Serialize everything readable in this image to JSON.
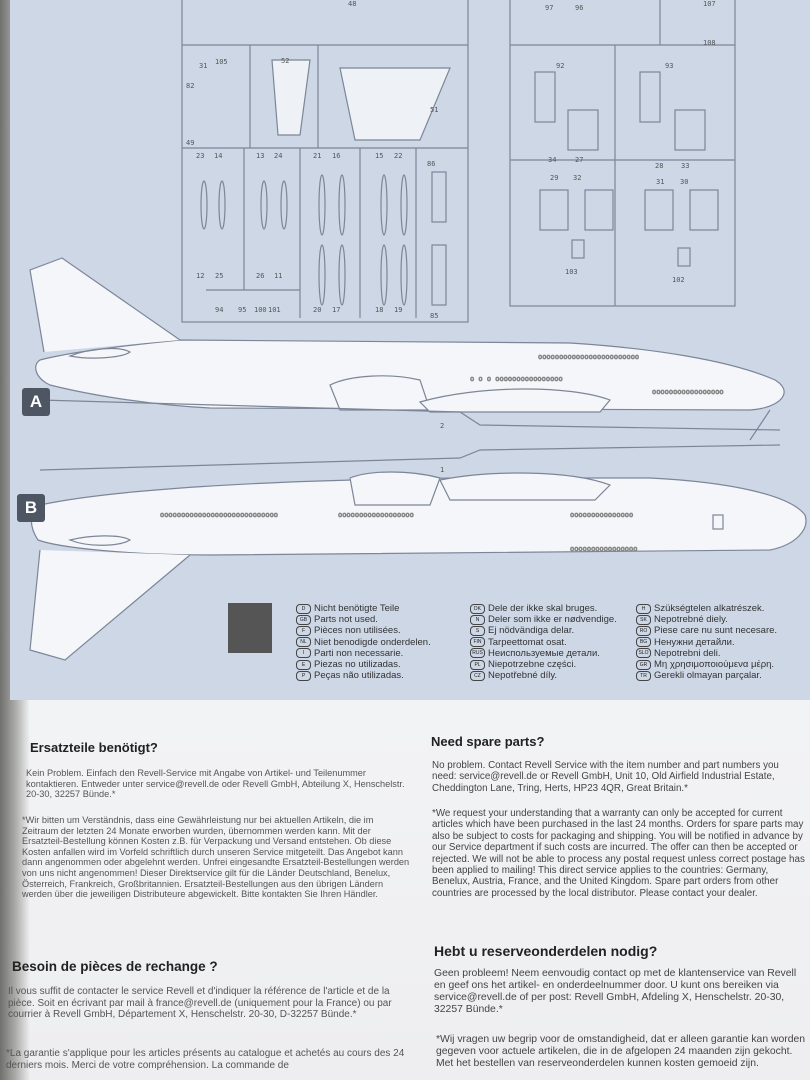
{
  "sheet": {
    "section_badges": [
      "A",
      "B"
    ],
    "part_numbers_top": [
      "48",
      "97",
      "96",
      "107",
      "108",
      "31",
      "105",
      "82",
      "52",
      "51",
      "49",
      "92",
      "93",
      "34",
      "27",
      "28",
      "33"
    ],
    "part_numbers_mid": [
      "23",
      "14",
      "13",
      "24",
      "21",
      "16",
      "15",
      "22",
      "86",
      "29",
      "32",
      "31",
      "30"
    ],
    "part_numbers_bottom": [
      "12",
      "25",
      "26",
      "11",
      "20",
      "17",
      "18",
      "19",
      "103",
      "102",
      "94",
      "95",
      "100",
      "101",
      "85"
    ],
    "fuselage_labels": [
      "2",
      "1"
    ]
  },
  "not_needed_parts": {
    "col1": [
      {
        "code": "D",
        "text": "Nicht benötigte Teile"
      },
      {
        "code": "GB",
        "text": "Parts not used."
      },
      {
        "code": "F",
        "text": "Pièces non utilisées."
      },
      {
        "code": "NL",
        "text": "Niet benodigde onderdelen."
      },
      {
        "code": "I",
        "text": "Parti non necessarie."
      },
      {
        "code": "E",
        "text": "Piezas no utilizadas."
      },
      {
        "code": "P",
        "text": "Peças não utilizadas."
      }
    ],
    "col2": [
      {
        "code": "DK",
        "text": "Dele der ikke skal bruges."
      },
      {
        "code": "N",
        "text": "Deler som ikke er nødvendige."
      },
      {
        "code": "S",
        "text": "Ej nödvändiga delar."
      },
      {
        "code": "FIN",
        "text": "Tarpeettomat osat."
      },
      {
        "code": "RUS",
        "text": "Неиспользуемые детали."
      },
      {
        "code": "PL",
        "text": "Niepotrzebne części."
      },
      {
        "code": "CZ",
        "text": "Nepotřebné díly."
      }
    ],
    "col3": [
      {
        "code": "H",
        "text": "Szükségtelen alkatrészek."
      },
      {
        "code": "SK",
        "text": "Nepotrebné diely."
      },
      {
        "code": "RO",
        "text": "Piese care nu sunt necesare."
      },
      {
        "code": "BG",
        "text": "Ненужни детайли."
      },
      {
        "code": "SLO",
        "text": "Nepotrebni deli."
      },
      {
        "code": "GR",
        "text": "Μη χρησιμοποιούμενα μέρη."
      },
      {
        "code": "TR",
        "text": "Gerekli olmayan parçalar."
      }
    ]
  },
  "spare_parts": {
    "de": {
      "heading": "Ersatzteile benötigt?",
      "p1": "Kein Problem. Einfach den Revell-Service mit Angabe von Artikel- und Teilenummer kontaktieren. Entweder unter service@revell.de oder Revell GmbH, Abteilung X, Henschelstr. 20-30, 32257 Bünde.*",
      "p2": "*Wir bitten um Verständnis, dass eine Gewährleistung nur bei aktuellen Artikeln, die im Zeitraum der letzten 24 Monate erworben wurden, übernommen werden kann. Mit der Ersatzteil-Bestellung können Kosten z.B. für Verpackung und Versand entstehen. Ob diese Kosten anfallen wird im Vorfeld schriftlich durch unseren Service mitgeteilt. Das Angebot kann dann angenommen oder abgelehnt werden. Unfrei eingesandte Ersatzteil-Bestellungen werden von uns nicht angenommen! Dieser Direktservice gilt für die Länder Deutschland, Benelux, Österreich, Frankreich, Großbritannien. Ersatzteil-Bestellungen aus den übrigen Ländern werden über die jeweiligen Distributeure abgewickelt. Bitte kontakten Sie Ihren Händler."
    },
    "fr": {
      "heading": "Besoin de pièces de rechange ?",
      "p1": "Il vous suffit de contacter le service Revell et d'indiquer la référence de l'article et de la pièce. Soit en écrivant par mail à france@revell.de (uniquement pour la France) ou par courrier à Revell GmbH, Département X, Henschelstr. 20-30, D-32257 Bünde.*",
      "p2": "*La garantie s'applique pour les articles présents au catalogue et achetés au cours des 24 derniers mois. Merci de votre compréhension. La commande de"
    },
    "en": {
      "heading": "Need spare parts?",
      "p1": "No problem. Contact Revell Service with the item number and part numbers you need: service@revell.de or Revell GmbH, Unit 10, Old Airfield Industrial Estate, Cheddington Lane, Tring, Herts, HP23 4QR, Great Britain.*",
      "p2": "*We request your understanding that a warranty can only be accepted for current articles which have been purchased in the last 24 months. Orders for spare parts may also be subject to costs for packaging and shipping. You will be notified in advance by our Service department if such costs are incurred. The offer can then be accepted or rejected. We will not be able to process any postal request unless correct postage has been applied to mailing! This direct service applies to the countries: Germany, Benelux, Austria, France, and the United Kingdom. Spare part orders from other countries are processed by the local distributor. Please contact your dealer."
    },
    "nl": {
      "heading": "Hebt u reserveonderdelen nodig?",
      "p1": "Geen probleem! Neem eenvoudig contact op met de klantenservice van Revell en geef ons het artikel- en onderdeelnummer door. U kunt ons bereiken via service@revell.de of per post: Revell GmbH, Afdeling X, Henschelstr. 20-30, 32257 Bünde.*",
      "p2": "*Wij vragen uw begrip voor de omstandigheid, dat er alleen garantie kan worden gegeven voor actuele artikelen, die in de afgelopen 24 maanden zijn gekocht. Met het bestellen van reserveonderdelen kunnen kosten gemoeid zijn."
    }
  }
}
